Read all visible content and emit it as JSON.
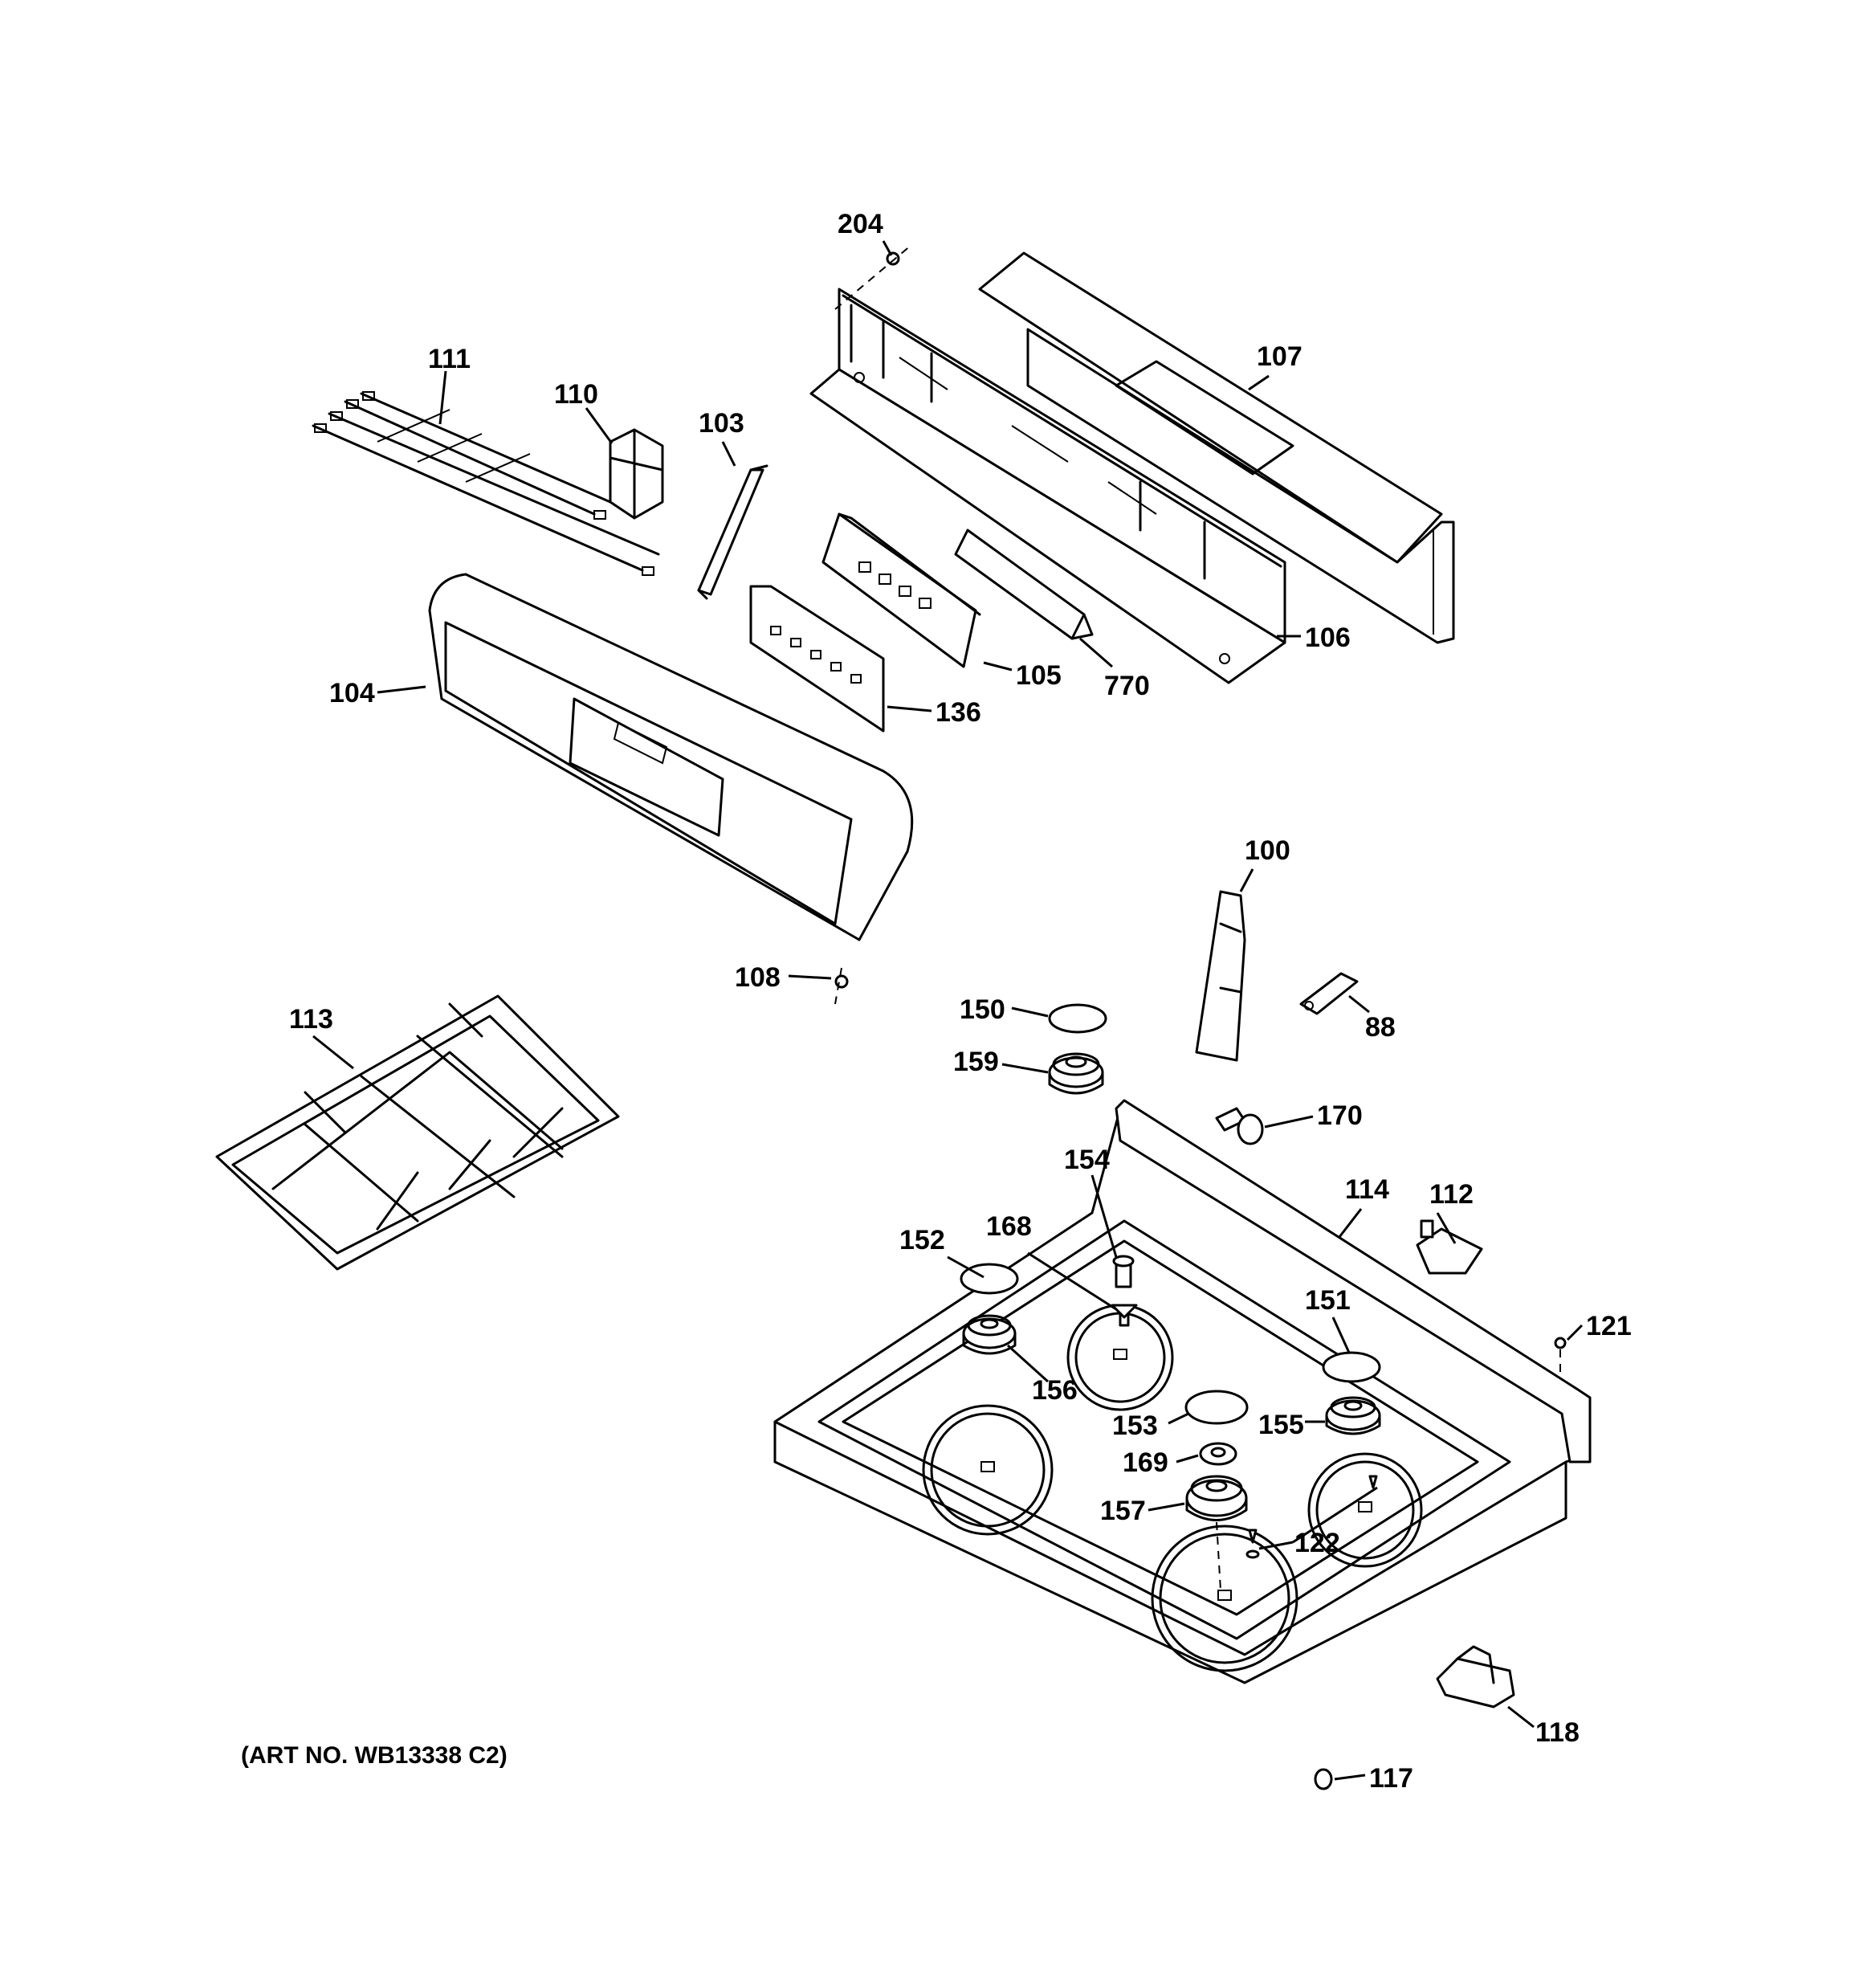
{
  "diagram": {
    "art_number": "(ART NO. WB13338 C2)",
    "callouts": {
      "c204": "204",
      "c107": "107",
      "c111": "111",
      "c110": "110",
      "c103": "103",
      "c106": "106",
      "c105": "105",
      "c770": "770",
      "c104": "104",
      "c136": "136",
      "c100": "100",
      "c108": "108",
      "c113": "113",
      "c150": "150",
      "c88": "88",
      "c159": "159",
      "c170": "170",
      "c154": "154",
      "c114": "114",
      "c112": "112",
      "c152": "152",
      "c168": "168",
      "c151": "151",
      "c121": "121",
      "c156": "156",
      "c153": "153",
      "c155": "155",
      "c169": "169",
      "c157": "157",
      "c122": "122",
      "c118": "118",
      "c117": "117"
    }
  }
}
